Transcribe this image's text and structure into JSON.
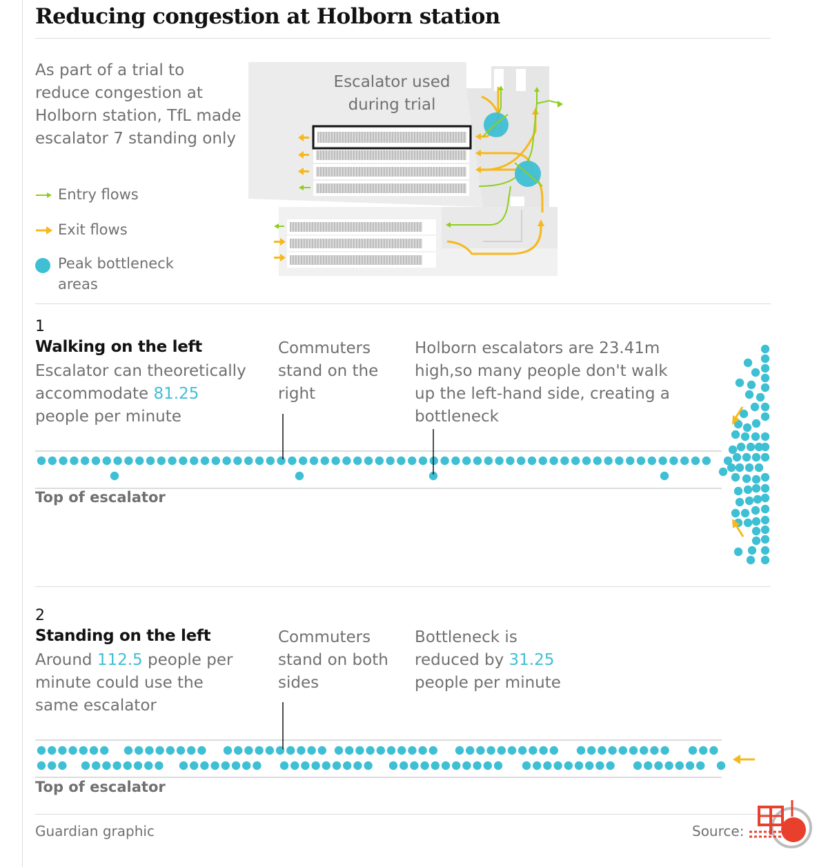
{
  "header": {
    "title": "Reducing congestion at Holborn station"
  },
  "intro": {
    "text": "As part of a trial to reduce congestion at Holborn station, TfL made escalator 7 standing only"
  },
  "legend": {
    "entry": "Entry flows",
    "exit": "Exit flows",
    "bottleneck": "Peak bottleneck areas"
  },
  "map": {
    "label": "Escalator used during trial"
  },
  "section1": {
    "number": "1",
    "heading": "Walking on the left",
    "desc_a": "Escalator can theoretically accommodate ",
    "value": "81.25",
    "desc_b": " people per minute",
    "note1": "Commuters stand on the right",
    "note2": "Holborn escalators are 23.41m high,so many people don't walk up the left-hand side, creating a bottleneck",
    "axis_label": "Top of escalator"
  },
  "section2": {
    "number": "2",
    "heading": "Standing on the left",
    "desc_a": "Around ",
    "value": "112.5",
    "desc_b": " people per minute could use the same escalator",
    "note1": "Commuters stand on both sides",
    "note2_a": "Bottleneck is reduced by ",
    "note2_value": "31.25",
    "note2_b": " people per minute",
    "axis_label": "Top of escalator"
  },
  "footer": {
    "credit": "Guardian graphic",
    "source": "Source:"
  },
  "colors": {
    "dot": "#3ebfd4",
    "entry": "#8fce1f",
    "exit": "#f6b81c",
    "text_muted": "#707070",
    "rule": "#dcdcdc"
  }
}
